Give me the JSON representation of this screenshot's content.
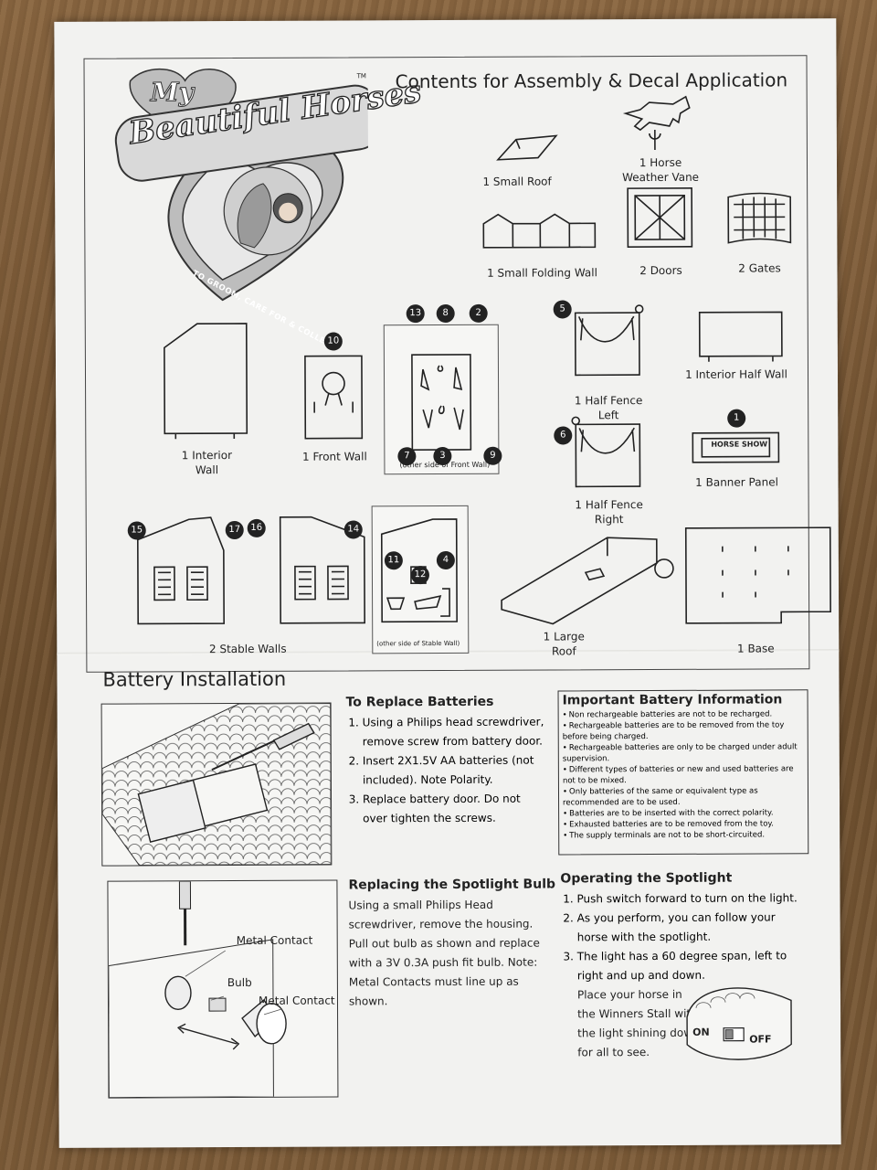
{
  "logo": {
    "my": "My",
    "brand": "Beautiful Horses",
    "tm": "TM",
    "tagline": "TO GROOM, CARE FOR & COLLECT"
  },
  "contents_title": "Contents for Assembly & Decal Application",
  "parts": {
    "small_roof": "1 Small Roof",
    "weather_vane_1": "1 Horse",
    "weather_vane_2": "Weather Vane",
    "folding_wall": "1 Small Folding Wall",
    "doors": "2 Doors",
    "gates": "2 Gates",
    "interior_wall_1": "1 Interior",
    "interior_wall_2": "Wall",
    "front_wall": "1 Front Wall",
    "front_wall_back": "(other side of Front Wall)",
    "half_fence_left_1": "1 Half Fence",
    "half_fence_left_2": "Left",
    "half_fence_right_1": "1 Half Fence",
    "half_fence_right_2": "Right",
    "interior_half_wall": "1 Interior Half Wall",
    "banner_panel": "1 Banner Panel",
    "banner_text": "HORSE SHOW",
    "stable_walls": "2 Stable Walls",
    "stable_wall_back": "(other side of Stable Wall)",
    "large_roof_1": "1 Large",
    "large_roof_2": "Roof",
    "base": "1 Base"
  },
  "decal_numbers": [
    "1",
    "2",
    "3",
    "4",
    "5",
    "6",
    "7",
    "8",
    "9",
    "10",
    "11",
    "12",
    "13",
    "14",
    "15",
    "16",
    "17"
  ],
  "battery_title": "Battery Installation",
  "replace_batteries": {
    "title": "To Replace Batteries",
    "steps": [
      "Using a Philips head screwdriver, remove screw from battery door.",
      "Insert 2X1.5V AA batteries (not included). Note Polarity.",
      "Replace battery door. Do not over tighten the screws."
    ]
  },
  "important_info": {
    "title": "Important Battery Information",
    "items": [
      "Non rechargeable batteries are not to be recharged.",
      "Rechargeable batteries are to be removed from the toy before being charged.",
      "Rechargeable batteries are only to be charged under adult supervision.",
      "Different types of batteries or new and used batteries are not to be mixed.",
      "Only batteries of the same or equivalent type as recommended are to be used.",
      "Batteries are to be inserted with the correct polarity.",
      "Exhausted batteries are to be removed from the toy.",
      "The supply terminals are not to be short-circuited."
    ]
  },
  "spotlight_bulb": {
    "title": "Replacing the Spotlight Bulb",
    "text": "Using a small Philips Head screwdriver, remove the housing. Pull out bulb as shown and replace with a 3V 0.3A push fit bulb. Note: Metal Contacts must line up as shown.",
    "label_metal_contact_1": "Metal Contact",
    "label_bulb": "Bulb",
    "label_metal_contact_2": "Metal Contact"
  },
  "operating": {
    "title": "Operating the Spotlight",
    "steps": [
      "Push switch forward to turn on the light.",
      "As you perform, you can follow your horse with the spotlight.",
      "The light has a 60 degree span, left to right and up and down."
    ],
    "note": "Place your horse in the Winners Stall with the light shining down for all to see.",
    "on": "ON",
    "off": "OFF"
  }
}
